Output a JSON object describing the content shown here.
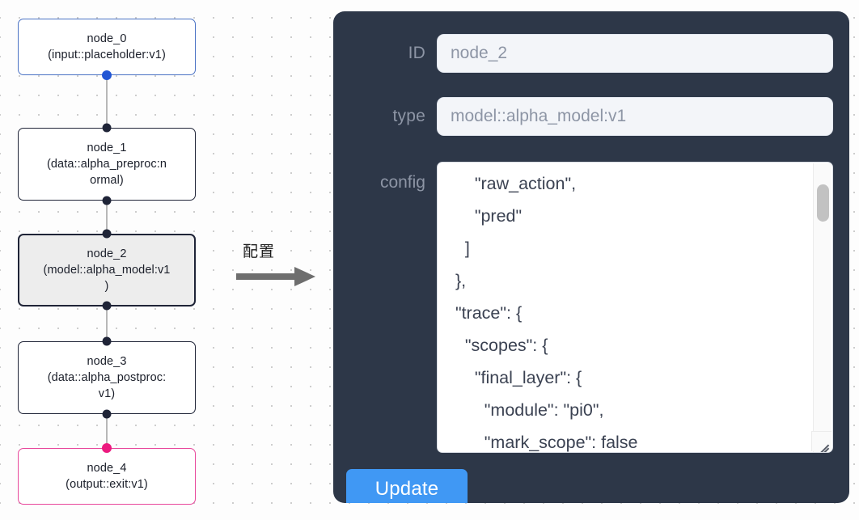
{
  "graph": {
    "nodes": [
      {
        "id": "node_0",
        "type": "(input::placeholder:v1)",
        "line1": "node_0",
        "line2": "(input::placeholder:v1)",
        "line3": "",
        "state": "source",
        "border_color": "#4a72c4",
        "port_color": "#2155d4"
      },
      {
        "id": "node_1",
        "type": "(data::alpha_preproc:normal)",
        "line1": "node_1",
        "line2": "(data::alpha_preproc:n",
        "line3": "ormal)",
        "state": "normal",
        "border_color": "#1f2437",
        "port_color": "#1f2437"
      },
      {
        "id": "node_2",
        "type": "(model::alpha_model:v1)",
        "line1": "node_2",
        "line2": "(model::alpha_model:v1",
        "line3": ")",
        "state": "selected",
        "border_color": "#1f2437",
        "port_color": "#1f2437"
      },
      {
        "id": "node_3",
        "type": "(data::alpha_postproc:v1)",
        "line1": "node_3",
        "line2": "(data::alpha_postproc:",
        "line3": "v1)",
        "state": "normal",
        "border_color": "#1f2437",
        "port_color": "#1f2437"
      },
      {
        "id": "node_4",
        "type": "(output::exit:v1)",
        "line1": "node_4",
        "line2": "(output::exit:v1)",
        "line3": "",
        "state": "sink",
        "border_color": "#e8479b",
        "port_color": "#ec1a7f"
      }
    ]
  },
  "arrow": {
    "label": "配置",
    "color": "#6e6e6e"
  },
  "panel": {
    "background_color": "#2d3748",
    "fields": [
      {
        "label": "ID",
        "value": "node_2"
      },
      {
        "label": "type",
        "value": "model::alpha_model:v1"
      }
    ],
    "config": {
      "label": "config",
      "value": "      \"raw_action\",\n      \"pred\"\n    ]\n  },\n  \"trace\": {\n    \"scopes\": {\n      \"final_layer\": {\n        \"module\": \"pi0\",\n        \"mark_scope\": false\n      },\n      \"action_model\": {"
    },
    "update_button": {
      "label": "Update",
      "color": "#4098f4"
    }
  }
}
